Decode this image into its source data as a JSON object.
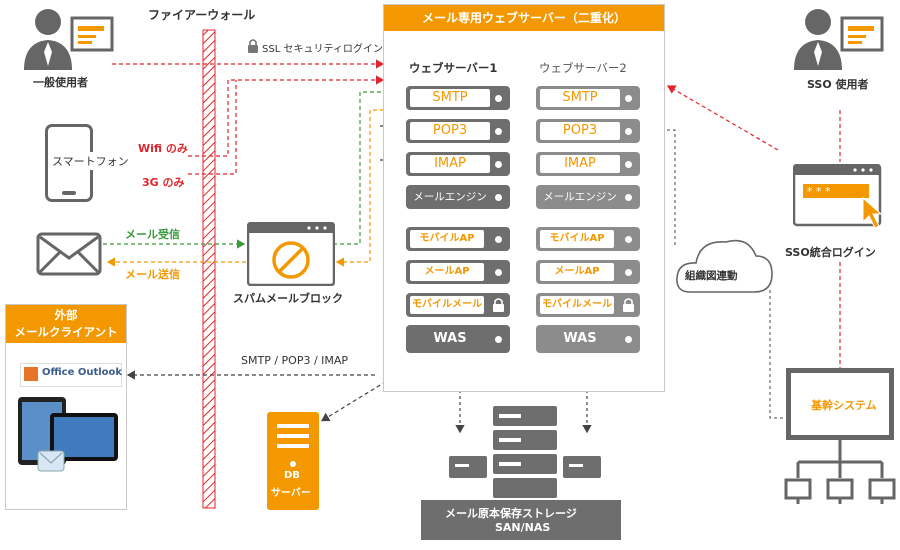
{
  "firewall": {
    "label": "ファイアーウォール"
  },
  "ssl": {
    "label": "SSL セキュリティログイン"
  },
  "users": {
    "general_user": "一般使用者",
    "smartphone": "スマートフォン",
    "wifi": "Wifi のみ",
    "three_g": "3G のみ",
    "mail_receive": "メール受信",
    "mail_send": "メール送信"
  },
  "spam": {
    "label": "スパムメールブロック"
  },
  "external": {
    "title_line1": "外部",
    "title_line2": "メールクライアント",
    "outlook_label": "Office Outlook",
    "protocols": "SMTP / POP3 / IMAP"
  },
  "server_group": {
    "title": "メール専用ウェブサーバー（二重化）",
    "server1_title": "ウェブサーバー1",
    "server2_title": "ウェブサーバー2",
    "units": {
      "smtp": "SMTP",
      "pop3": "POP3",
      "imap": "IMAP",
      "mail_engine": "メールエンジン",
      "mobile_ap": "モバイルAP",
      "mail_ap": "メールAP",
      "mobile_mail": "モバイルメール",
      "was": "WAS"
    }
  },
  "db": {
    "line1": "DB",
    "line2": "サーバー"
  },
  "storage": {
    "line1": "メール原本保存ストレージ",
    "line2": "SAN/NAS"
  },
  "sso": {
    "user": "SSO 使用者",
    "login": "SSO統合ログイン",
    "org_chart": "組織図連動",
    "core_system": "基幹システム"
  },
  "colors": {
    "accent": "#f39800",
    "red": "#e0262c",
    "green": "#3a9a3a",
    "dark_unit": "#6e6e6e",
    "light_unit": "#8c8c8c"
  }
}
